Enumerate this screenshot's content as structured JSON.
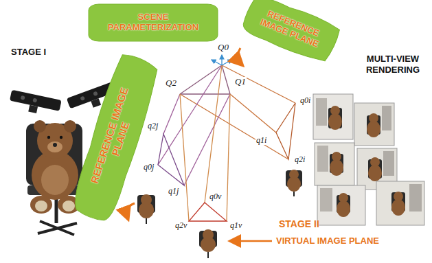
{
  "diagram": {
    "nodes": [
      {
        "text": [
          "SCENE PARAMETERIZATION"
        ]
      },
      {
        "text": [
          "REFERENCE IMAGE PLANE"
        ]
      },
      {
        "text": [
          "REFERENCE IMAGE PLANE"
        ]
      }
    ],
    "labels": [
      "STAGE I",
      "MULTI-VIEW RENDERING",
      "Q0",
      "Q2",
      "Q1",
      "q2j",
      "q0j",
      "q1j",
      "q0v",
      "q2v",
      "q1v",
      "q0i",
      "q1i",
      "q2i",
      "STAGE II",
      "VIRTUAL IMAGE PLANE"
    ]
  }
}
